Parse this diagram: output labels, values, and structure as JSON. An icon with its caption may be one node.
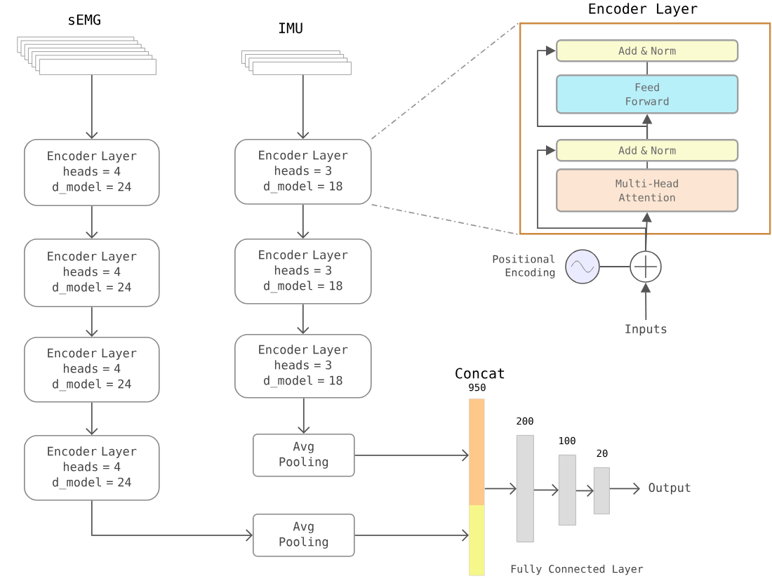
{
  "diagram": {
    "nodes": [
      {
        "text": [
          "sEMG"
        ]
      },
      {
        "text": [
          "IMU"
        ]
      },
      {
        "text": [
          "Encoder Layer heads = 4 d_model = 24"
        ]
      },
      {
        "text": [
          "Encoder Layer heads = 4 d_model = 24"
        ]
      },
      {
        "text": [
          "Encoder Layer heads = 4 d_model = 24"
        ]
      },
      {
        "text": [
          "Encoder Layer heads = 4 d_model = 24"
        ]
      },
      {
        "text": [
          "Encoder Layer heads = 3 d_model = 18"
        ]
      },
      {
        "text": [
          "Encoder Layer heads = 3 d_model = 18"
        ]
      },
      {
        "text": [
          "Encoder Layer heads = 3 d_model = 18"
        ]
      },
      {
        "text": [
          "Avg Pooling"
        ]
      },
      {
        "text": [
          "Avg Pooling"
        ]
      },
      {
        "text": [
          "Concat",
          "950"
        ]
      },
      {
        "text": [
          "200"
        ]
      },
      {
        "text": [
          "100"
        ]
      },
      {
        "text": [
          "20"
        ]
      },
      {
        "text": [
          "Output"
        ]
      },
      {
        "text": [
          "Encoder Layer"
        ]
      },
      {
        "text": [
          "Add & Norm"
        ],
        "in": 16
      },
      {
        "text": [
          "Feed Forward"
        ],
        "in": 16
      },
      {
        "text": [
          "Add & Norm"
        ],
        "in": 16
      },
      {
        "text": [
          "Multi-Head Attention"
        ],
        "in": 16
      },
      {
        "text": [],
        "shape": "circle",
        "beside": [
          "Positional Encoding"
        ]
      },
      {
        "text": [],
        "shape": "circle"
      },
      {
        "text": [
          "Inputs"
        ]
      }
    ],
    "edges": [
      {
        "from": 0,
        "to": 2,
        "arrow": "to"
      },
      {
        "from": 2,
        "to": 3,
        "arrow": "to"
      },
      {
        "from": 3,
        "to": 4,
        "arrow": "to"
      },
      {
        "from": 4,
        "to": 5,
        "arrow": "to"
      },
      {
        "from": 5,
        "to": 10,
        "arrow": "to"
      },
      {
        "from": 1,
        "to": 6,
        "arrow": "to"
      },
      {
        "from": 6,
        "to": 7,
        "arrow": "to"
      },
      {
        "from": 7,
        "to": 8,
        "arrow": "to"
      },
      {
        "from": 8,
        "to": 9,
        "arrow": "to"
      },
      {
        "from": 9,
        "to": 11,
        "arrow": "to"
      },
      {
        "from": 10,
        "to": 11,
        "arrow": "to"
      },
      {
        "from": 11,
        "to": 12,
        "arrow": "to"
      },
      {
        "from": 12,
        "to": 13,
        "arrow": "to"
      },
      {
        "from": 13,
        "to": 14,
        "arrow": "to"
      },
      {
        "from": 14,
        "to": 15,
        "arrow": "to"
      },
      {
        "from": 23,
        "to": 22,
        "arrow": "to"
      },
      {
        "from": 21,
        "to": 22,
        "arrow": "none"
      },
      {
        "from": 22,
        "to": 20,
        "arrow": "to"
      },
      {
        "from": 20,
        "to": 19,
        "arrow": "none"
      },
      {
        "from": 19,
        "to": 18,
        "arrow": "to"
      },
      {
        "from": 18,
        "to": 17,
        "arrow": "none"
      },
      {
        "from": 22,
        "to": 19,
        "arrow": "to"
      },
      {
        "from": 19,
        "to": 17,
        "arrow": "to"
      },
      {
        "from": 6,
        "to": 16,
        "arrow": "none",
        "style": "dashed",
        "color": "#999999"
      },
      {
        "from": 6,
        "to": 16,
        "arrow": "none",
        "style": "dashed",
        "color": "#999999"
      }
    ],
    "labels": [
      "Fully Connected Layer"
    ]
  }
}
